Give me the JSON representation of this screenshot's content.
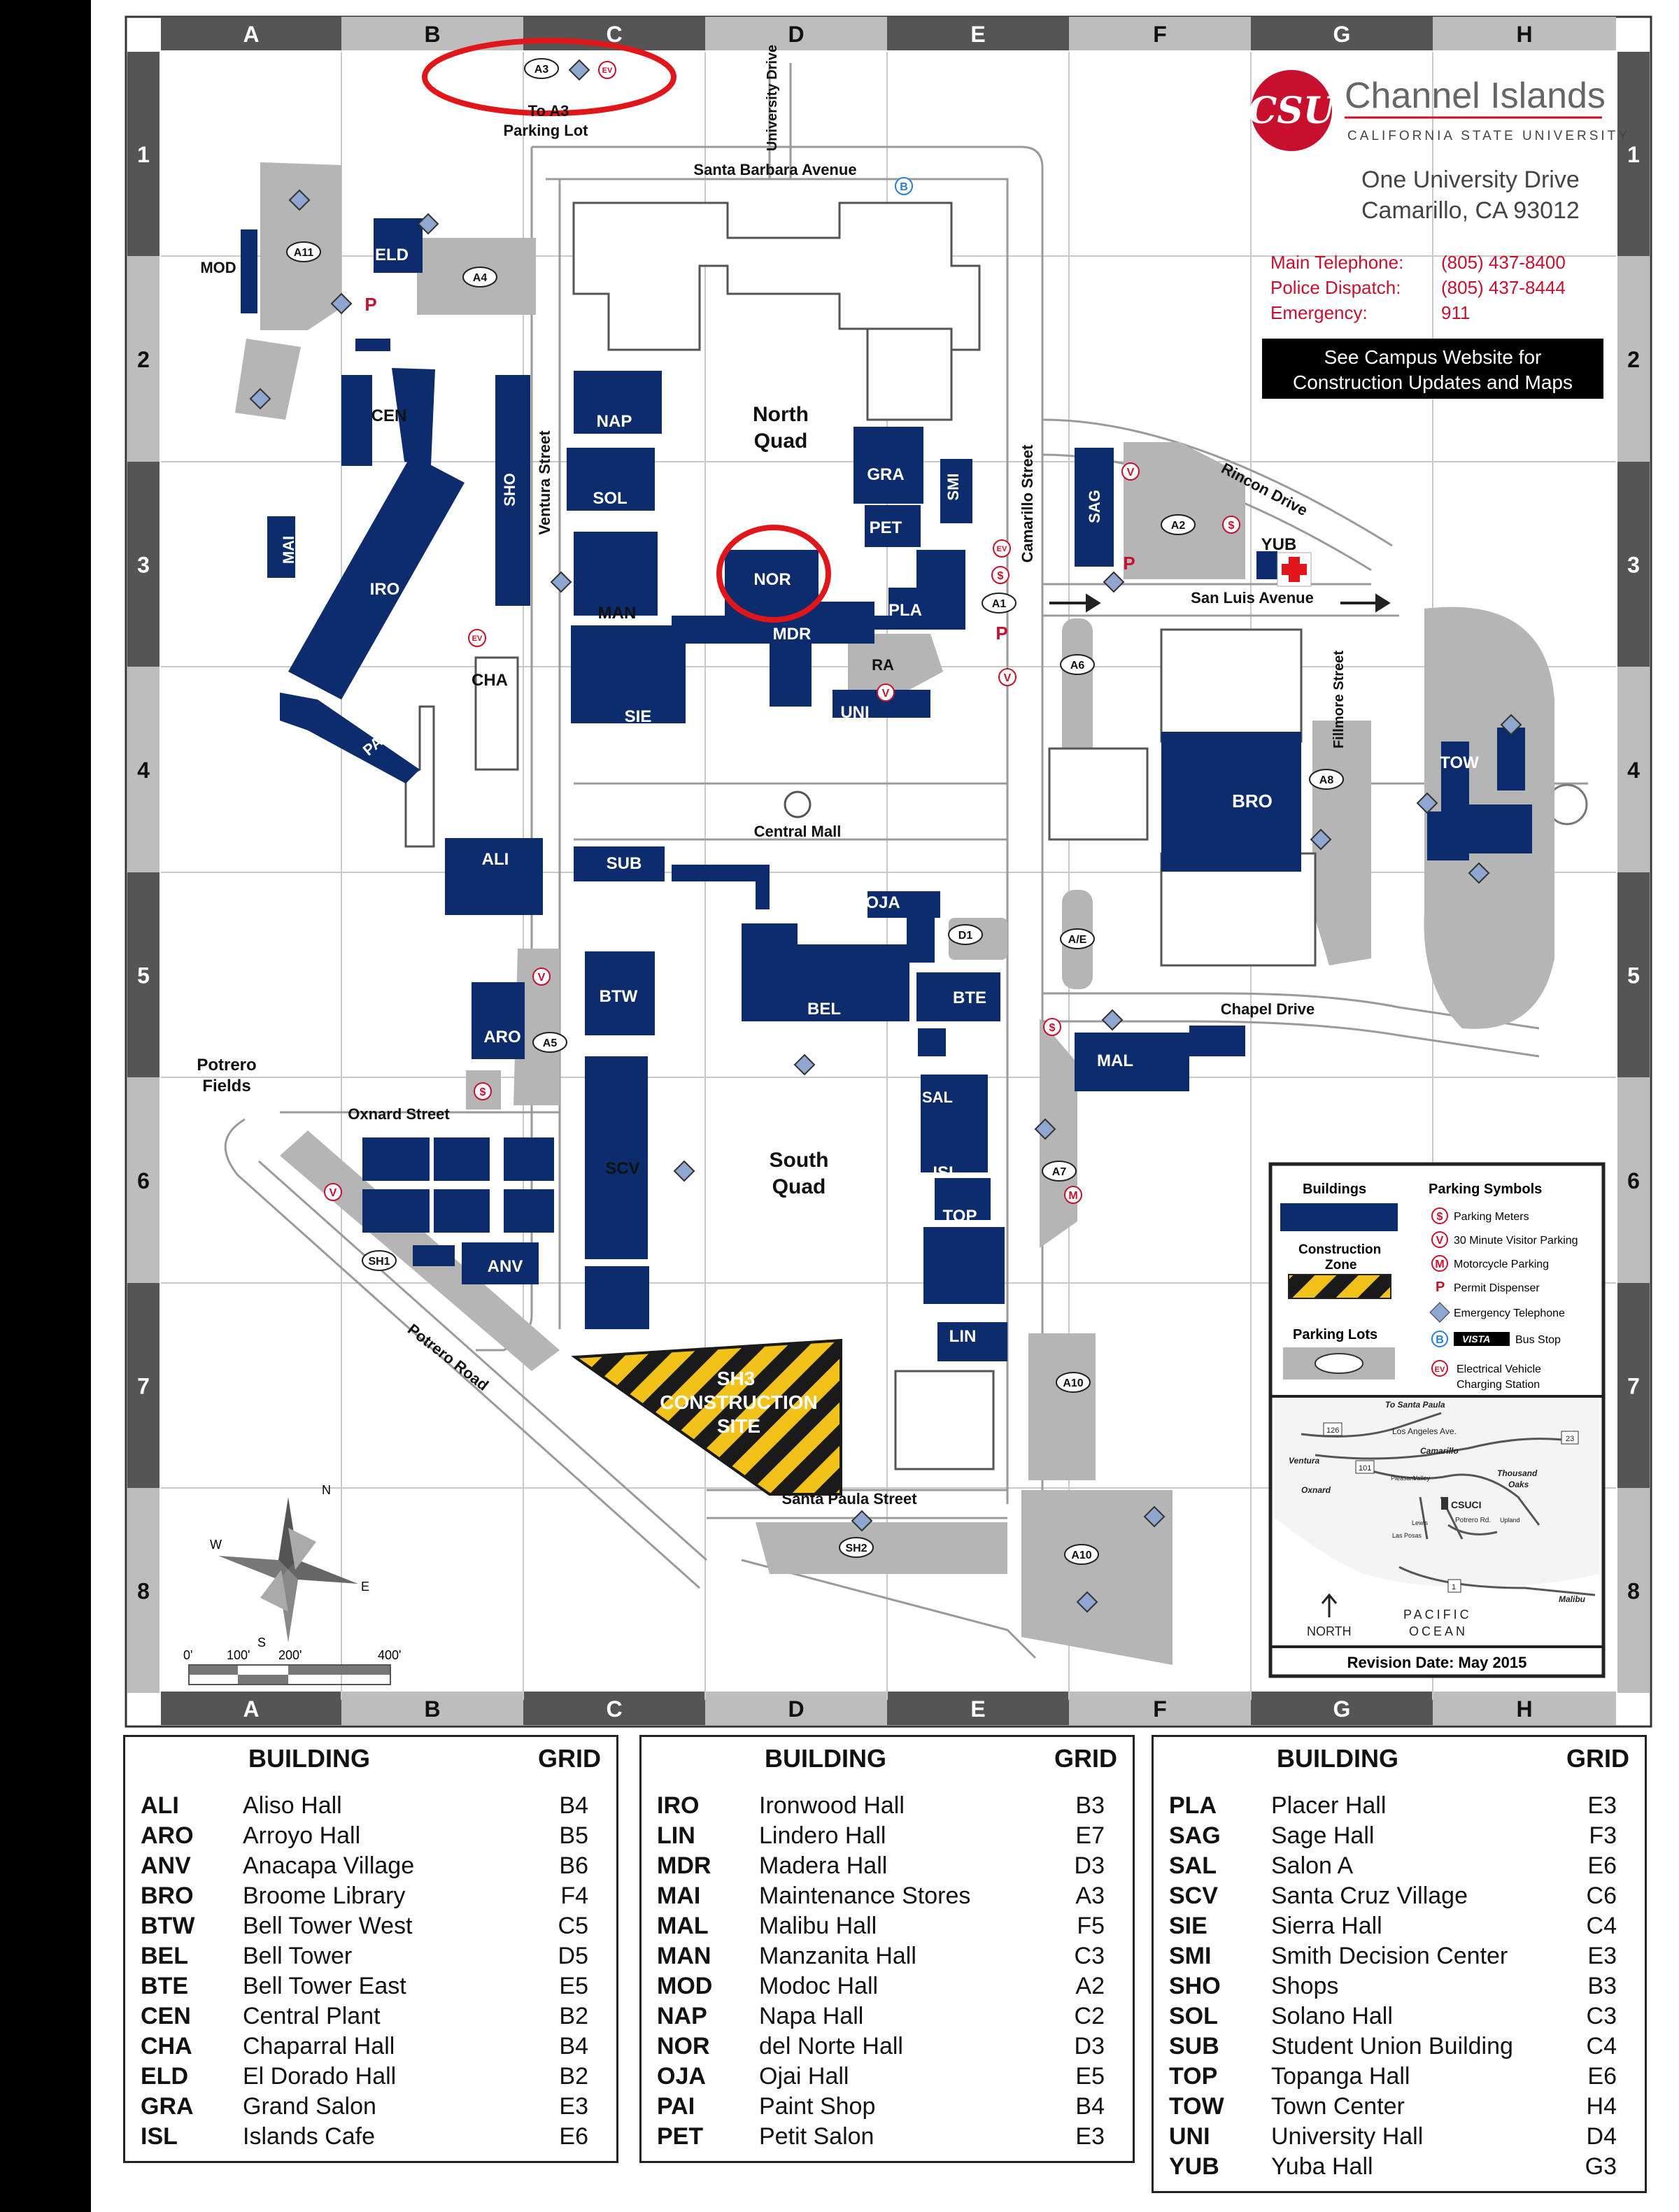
{
  "grid": {
    "columns": [
      "A",
      "B",
      "C",
      "D",
      "E",
      "F",
      "G",
      "H"
    ],
    "rows": [
      "1",
      "2",
      "3",
      "4",
      "5",
      "6",
      "7",
      "8"
    ]
  },
  "header": {
    "logo_mark": "CSU",
    "name": "Channel Islands",
    "subtitle": "CALIFORNIA STATE UNIVERSITY",
    "address_line1": "One University Drive",
    "address_line2": "Camarillo, CA  93012",
    "contacts": [
      {
        "label": "Main Telephone:",
        "value": "(805) 437-8400"
      },
      {
        "label": "Police Dispatch:",
        "value": "(805) 437-8444"
      },
      {
        "label": "Emergency:",
        "value": "911"
      }
    ],
    "notice_line1": "See Campus Website for",
    "notice_line2": "Construction Updates and Maps"
  },
  "streets": {
    "santa_barbara": "Santa Barbara Avenue",
    "university_drive": "University Drive",
    "ventura": "Ventura Street",
    "camarillo": "Camarillo Street",
    "rincon": "Rincon Drive",
    "san_luis": "San Luis Avenue",
    "fillmore": "Fillmore Street",
    "central_mall": "Central Mall",
    "chapel": "Chapel Drive",
    "oxnard": "Oxnard Street",
    "potrero_road": "Potrero Road",
    "santa_paula": "Santa Paula Street"
  },
  "areas": {
    "north_quad_1": "North",
    "north_quad_2": "Quad",
    "south_quad_1": "South",
    "south_quad_2": "Quad",
    "potrero_1": "Potrero",
    "potrero_2": "Fields",
    "to_a3_1": "To A3",
    "to_a3_2": "Parking Lot",
    "construction_1": "SH3",
    "construction_2": "CONSTRUCTION",
    "construction_3": "SITE"
  },
  "buildings_on_map": {
    "eld": "ELD",
    "mod": "MOD",
    "cen": "CEN",
    "mai": "MAI",
    "iro": "IRO",
    "sho": "SHO",
    "cha": "CHA",
    "pai": "PAI",
    "nap": "NAP",
    "sol": "SOL",
    "man": "MAN",
    "sie": "SIE",
    "nor": "NOR",
    "mdr": "MDR",
    "gra": "GRA",
    "smi": "SMI",
    "pet": "PET",
    "pla": "PLA",
    "ra": "RA",
    "uni": "UNI",
    "sag": "SAG",
    "yub": "YUB",
    "bro": "BRO",
    "tow": "TOW",
    "ali": "ALI",
    "aro": "ARO",
    "sub": "SUB",
    "oja": "OJA",
    "btw": "BTW",
    "bel": "BEL",
    "bte": "BTE",
    "mal": "MAL",
    "sal": "SAL",
    "scv": "SCV",
    "isl": "ISL",
    "top": "TOP",
    "anv": "ANV",
    "lin": "LIN"
  },
  "lots": {
    "a3": "A3",
    "a11": "A11",
    "a4": "A4",
    "a2": "A2",
    "a1": "A1",
    "a6": "A6",
    "a8": "A8",
    "d1": "D1",
    "ae": "A/E",
    "a5": "A5",
    "a7": "A7",
    "sh1": "SH1",
    "a10a": "A10",
    "sh2": "SH2",
    "a10b": "A10"
  },
  "symbols": {
    "ev": "EV",
    "meter": "$",
    "visitor": "V",
    "moto": "M",
    "permit": "P",
    "bus": "B"
  },
  "map_legend": {
    "buildings": "Buildings",
    "construction_1": "Construction",
    "construction_2": "Zone",
    "parking_lots": "Parking Lots",
    "title": "Parking Symbols",
    "items": [
      "Parking Meters",
      "30 Minute Visitor Parking",
      "Motorcycle Parking",
      "Permit Dispenser",
      "Emergency Telephone",
      "Bus Stop",
      "Electrical Vehicle",
      "Charging Station"
    ],
    "vista": "VISTA"
  },
  "inset": {
    "to_santa_paula": "To Santa Paula",
    "los_angeles_ave": "Los Angeles Ave.",
    "camarillo": "Camarillo",
    "ventura": "Ventura",
    "oxnard": "Oxnard",
    "thousand_1": "Thousand",
    "thousand_2": "Oaks",
    "csuci": "CSUCI",
    "potrero_rd": "Potrero Rd.",
    "malibu": "Malibu",
    "pacific_1": "PACIFIC",
    "pacific_2": "OCEAN",
    "north": "NORTH",
    "h126": "126",
    "h101": "101",
    "h23": "23",
    "h1": "1",
    "pleasant": "Pleasant",
    "valley": "Valley",
    "lewis": "Lewis",
    "las_posas": "Las Posas",
    "upland": "Upland",
    "revision": "Revision Date:  May 2015"
  },
  "scale": {
    "l0": "0'",
    "l100": "100'",
    "l200": "200'",
    "l400": "400'"
  },
  "compass": {
    "n": "N",
    "e": "E",
    "s": "S",
    "w": "W"
  },
  "legend_header": {
    "building": "BUILDING",
    "grid": "GRID"
  },
  "directory_a": [
    {
      "code": "ALI",
      "name": "Aliso Hall",
      "grid": "B4"
    },
    {
      "code": "ARO",
      "name": "Arroyo Hall",
      "grid": "B5"
    },
    {
      "code": "ANV",
      "name": "Anacapa Village",
      "grid": "B6"
    },
    {
      "code": "BRO",
      "name": "Broome Library",
      "grid": "F4"
    },
    {
      "code": "BTW",
      "name": "Bell Tower West",
      "grid": "C5"
    },
    {
      "code": "BEL",
      "name": "Bell Tower",
      "grid": "D5"
    },
    {
      "code": "BTE",
      "name": "Bell Tower East",
      "grid": "E5"
    },
    {
      "code": "CEN",
      "name": "Central Plant",
      "grid": "B2"
    },
    {
      "code": "CHA",
      "name": "Chaparral Hall",
      "grid": "B4"
    },
    {
      "code": "ELD",
      "name": "El Dorado Hall",
      "grid": "B2"
    },
    {
      "code": "GRA",
      "name": "Grand Salon",
      "grid": "E3"
    },
    {
      "code": "ISL",
      "name": "Islands Cafe",
      "grid": "E6"
    }
  ],
  "directory_b": [
    {
      "code": "IRO",
      "name": "Ironwood Hall",
      "grid": "B3"
    },
    {
      "code": "LIN",
      "name": "Lindero Hall",
      "grid": "E7"
    },
    {
      "code": "MDR",
      "name": "Madera Hall",
      "grid": "D3"
    },
    {
      "code": "MAI",
      "name": "Maintenance Stores",
      "grid": "A3"
    },
    {
      "code": "MAL",
      "name": "Malibu Hall",
      "grid": "F5"
    },
    {
      "code": "MAN",
      "name": "Manzanita Hall",
      "grid": "C3"
    },
    {
      "code": "MOD",
      "name": "Modoc Hall",
      "grid": "A2"
    },
    {
      "code": "NAP",
      "name": "Napa Hall",
      "grid": "C2"
    },
    {
      "code": "NOR",
      "name": "del Norte Hall",
      "grid": "D3"
    },
    {
      "code": "OJA",
      "name": "Ojai Hall",
      "grid": "E5"
    },
    {
      "code": "PAI",
      "name": "Paint Shop",
      "grid": "B4"
    },
    {
      "code": "PET",
      "name": "Petit Salon",
      "grid": "E3"
    }
  ],
  "directory_c": [
    {
      "code": "PLA",
      "name": "Placer Hall",
      "grid": "E3"
    },
    {
      "code": "SAG",
      "name": "Sage Hall",
      "grid": "F3"
    },
    {
      "code": "SAL",
      "name": "Salon A",
      "grid": "E6"
    },
    {
      "code": "SCV",
      "name": "Santa Cruz Village",
      "grid": "C6"
    },
    {
      "code": "SIE",
      "name": "Sierra Hall",
      "grid": "C4"
    },
    {
      "code": "SMI",
      "name": "Smith Decision Center",
      "grid": "E3"
    },
    {
      "code": "SHO",
      "name": "Shops",
      "grid": "B3"
    },
    {
      "code": "SOL",
      "name": "Solano Hall",
      "grid": "C3"
    },
    {
      "code": "SUB",
      "name": "Student Union Building",
      "grid": "C4"
    },
    {
      "code": "TOP",
      "name": "Topanga Hall",
      "grid": "E6"
    },
    {
      "code": "TOW",
      "name": "Town Center",
      "grid": "H4"
    },
    {
      "code": "UNI",
      "name": "University Hall",
      "grid": "D4"
    },
    {
      "code": "YUB",
      "name": "Yuba Hall",
      "grid": "G3"
    }
  ],
  "colors": {
    "building": "#0c2c6e",
    "lot": "#b5b5b5",
    "highlight": "#e0161b",
    "brand": "#c8102e",
    "diamond": "#8fa6d0",
    "grid_dark": "#555555",
    "construction": "#f2c21b"
  }
}
